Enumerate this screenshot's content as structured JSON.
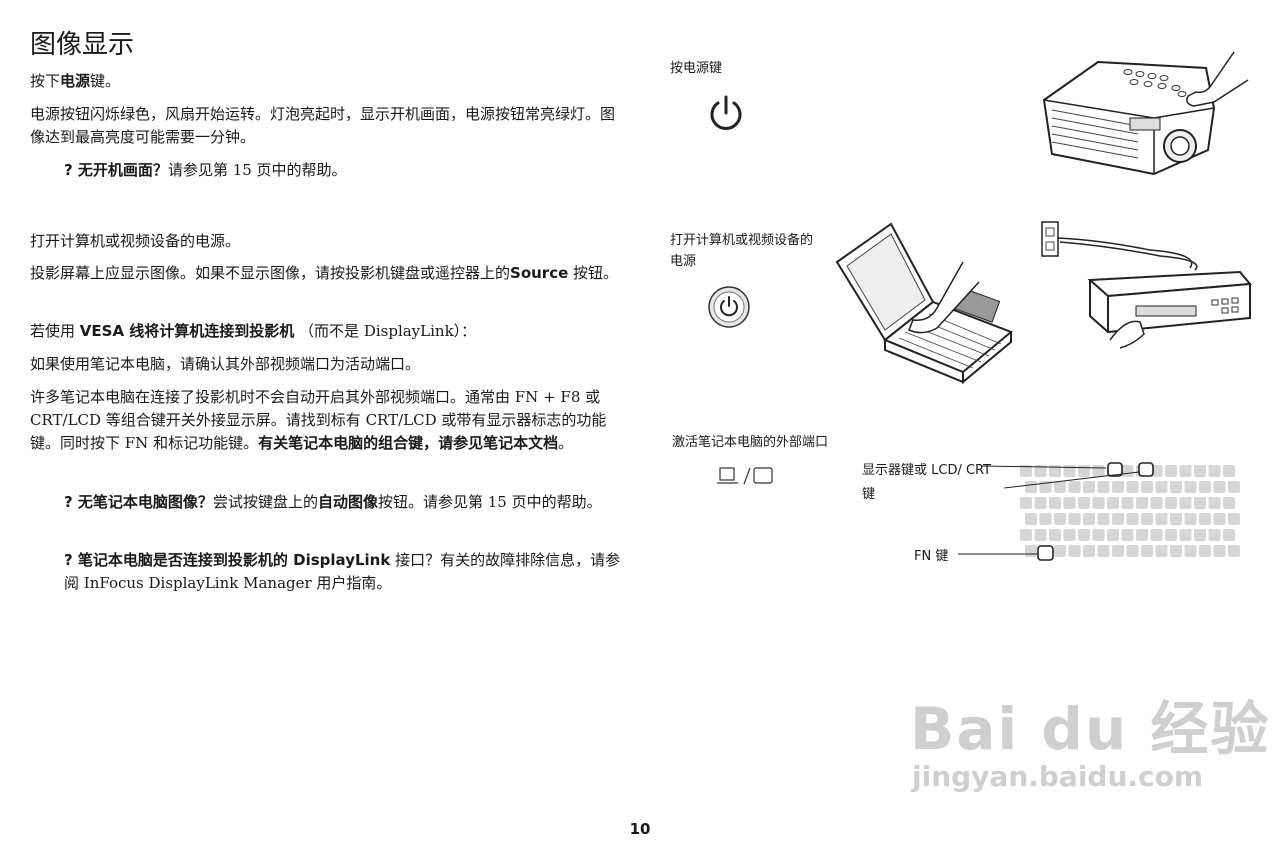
{
  "title": "图像显示",
  "page_number": "10",
  "left": {
    "step1": {
      "pre": "按下",
      "bold": "电源",
      "post": "键。"
    },
    "para1": "电源按钮闪烁绿色，风扇开始运转。灯泡亮起时，显示开机画面，电源按钮常亮绿灯。图像达到最高亮度可能需要一分钟。",
    "tip1": {
      "bold": "? 无开机画面？",
      "text": "请参见第  15 页中的帮助。"
    },
    "step2": "打开计算机或视频设备的电源。",
    "para2": {
      "text": "投影屏幕上应显示图像。如果不显示图像，请按投影机键盘或遥控器上的",
      "bold": "Source",
      "post": " 按钮。"
    },
    "vesa": {
      "pre": "若使用 ",
      "bold1": "VESA 线将计算机连接到投影机",
      "post": " （而不是 DisplayLink）："
    },
    "para3": "如果使用笔记本电脑，请确认其外部视频端口为活动端口。",
    "para4": {
      "text": "许多笔记本电脑在连接了投影机时不会自动开启其外部视频端口。通常由 FN + F8 或 CRT/LCD 等组合键开关外接显示屏。请找到标有 CRT/LCD 或带有显示器标志的功能键。同时按下 FN 和标记功能键。",
      "bold": "有关笔记本电脑的组合键，请参见笔记本文档",
      "post": "。"
    },
    "tip2": {
      "bold": "? 无笔记本电脑图像？",
      "text1": "尝试按键盘上的",
      "bold2": "自动图像",
      "text2": "按钮。请参见第  15 页中的帮助。"
    },
    "tip3": {
      "bold": "? 笔记本电脑是否连接到投影机的 DisplayLink",
      "text": " 接口？有关的故障排除信息，请参阅 InFocus DisplayLink Manager 用户指南。"
    }
  },
  "right": {
    "cap_power": "按电源键",
    "cap_computer": "打开计算机或视频设备的电源",
    "cap_port": "激活笔记本电脑的外部端口",
    "label_display_key": "显示器键或 LCD/ CRT 键",
    "label_fn": "FN 键"
  },
  "watermark": {
    "big": "Bai du 经验",
    "small": "jingyan.baidu.com"
  }
}
